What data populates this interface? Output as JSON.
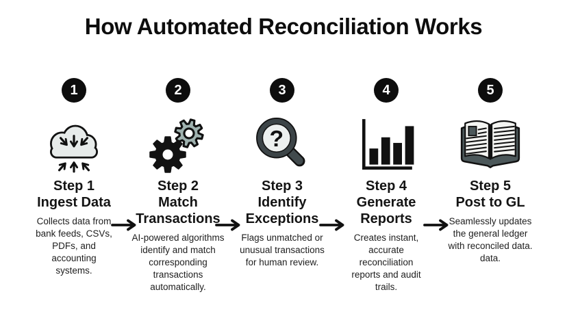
{
  "title": "How Automated Reconciliation Works",
  "steps": [
    {
      "number": "1",
      "icon": "cloud-ingest-icon",
      "label": "Step 1",
      "subtitle": "Ingest Data",
      "description": "Collects data from bank feeds, CSVs, PDFs, and accounting systems."
    },
    {
      "number": "2",
      "icon": "gears-icon",
      "label": "Step 2",
      "subtitle": "Match Transactions",
      "description": "AI-powered algorithms identify and match corresponding transactions automatically."
    },
    {
      "number": "3",
      "icon": "magnifier-question-icon",
      "icon_glyph": "?",
      "label": "Step 3",
      "subtitle": "Identify Exceptions",
      "description": "Flags unmatched or unusual transactions for human review."
    },
    {
      "number": "4",
      "icon": "bar-chart-icon",
      "label": "Step 4",
      "subtitle": "Generate Reports",
      "description": "Creates instant, accurate reconciliation reports and audit trails."
    },
    {
      "number": "5",
      "icon": "open-book-icon",
      "label": "Step 5",
      "subtitle": "Post to GL",
      "description": "Seamlessly updates the general ledger with reconciled data. data."
    }
  ],
  "colors": {
    "ink": "#0d0d0d",
    "icon_light_fill": "#e7ebea",
    "gear_light": "#9fb2af",
    "slate": "#3c4447",
    "book_cover": "#4c585a",
    "background": "#ffffff"
  }
}
